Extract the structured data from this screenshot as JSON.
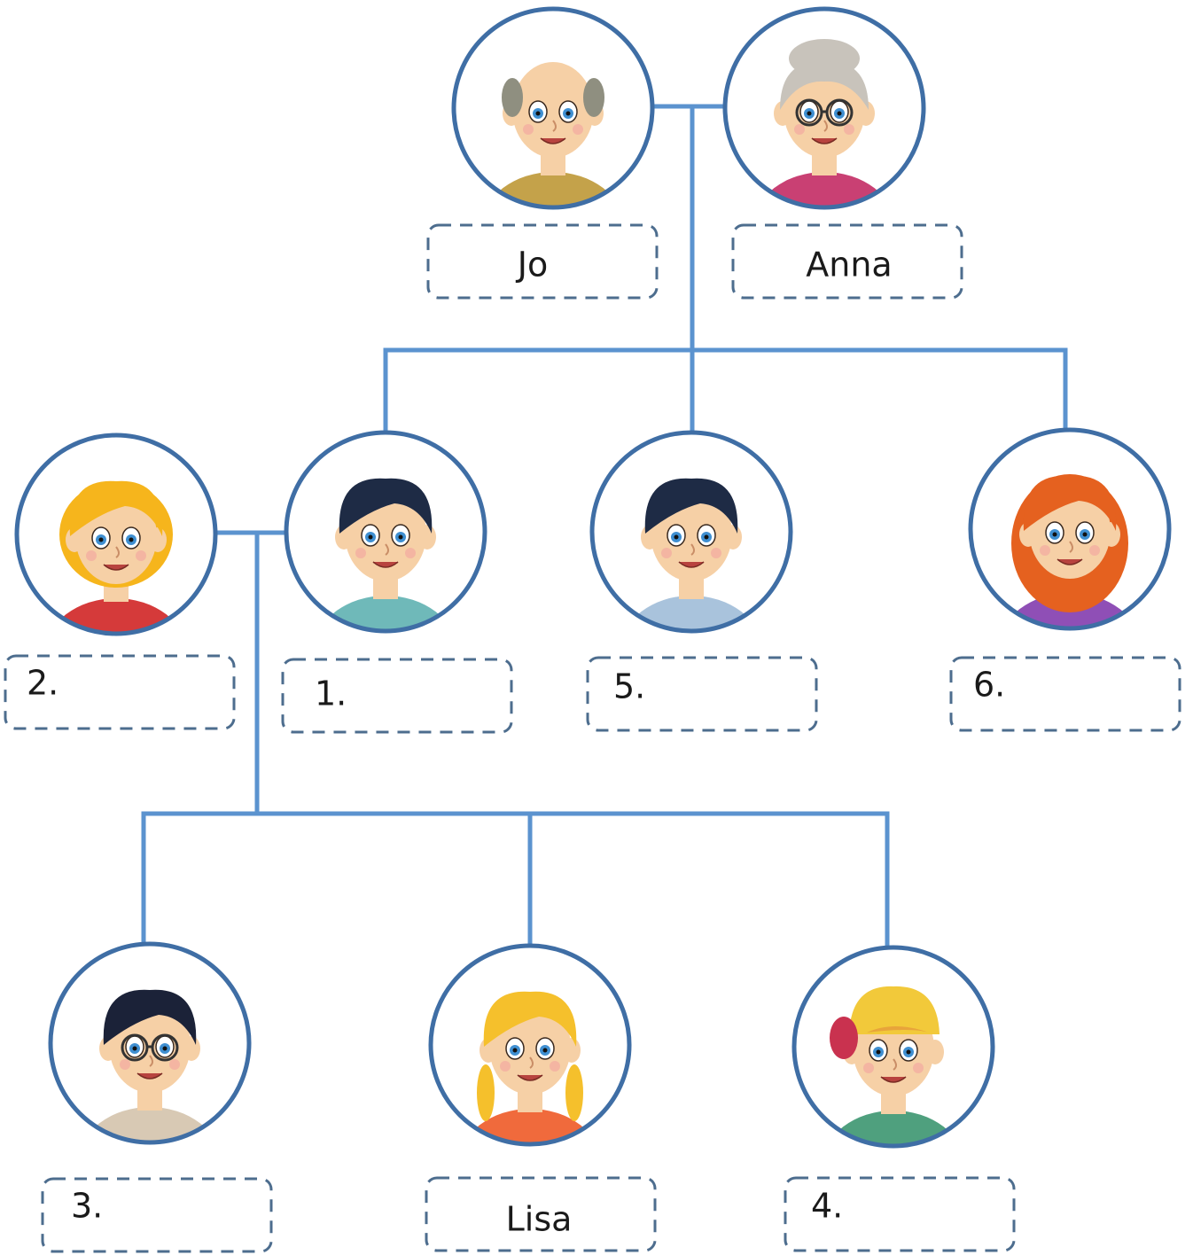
{
  "colors": {
    "line": "#5b93cf",
    "circle_border": "#3f6ea5",
    "dash_border": "#4d6d8e",
    "skin": "#f6d0a6",
    "eye_iris": "#3f8fd1"
  },
  "members": [
    {
      "id": "grandpa-jo",
      "label": "Jo",
      "icon": "old-man-icon",
      "hair": "bald",
      "hair_color": "#8f8f80",
      "shirt_color": "#c4a24a",
      "glasses": false
    },
    {
      "id": "grandma-anna",
      "label": "Anna",
      "icon": "old-woman-icon",
      "hair": "bun",
      "hair_color": "#c8c3bb",
      "shirt_color": "#c94073",
      "glasses": true
    },
    {
      "id": "mother",
      "label": "2.",
      "icon": "woman-blonde-icon",
      "hair": "bob",
      "hair_color": "#f6b51c",
      "shirt_color": "#d53a3a",
      "glasses": false
    },
    {
      "id": "father",
      "label": "1.",
      "icon": "man-dark-hair-icon",
      "hair": "short",
      "hair_color": "#1e2b45",
      "shirt_color": "#6fb9b9",
      "glasses": false
    },
    {
      "id": "uncle",
      "label": "5.",
      "icon": "man-beard-icon",
      "hair": "short",
      "hair_color": "#1e2b45",
      "shirt_color": "#a9c3dc",
      "glasses": false
    },
    {
      "id": "aunt",
      "label": "6.",
      "icon": "woman-red-hair-icon",
      "hair": "long",
      "hair_color": "#e5611f",
      "shirt_color": "#8f4fb6",
      "glasses": false
    },
    {
      "id": "son-glasses",
      "label": "3.",
      "icon": "boy-glasses-icon",
      "hair": "messy",
      "hair_color": "#1b2238",
      "shirt_color": "#d8c9b4",
      "glasses": true
    },
    {
      "id": "daughter-lisa",
      "label": "Lisa",
      "icon": "girl-braids-icon",
      "hair": "braids",
      "hair_color": "#f5c02c",
      "shirt_color": "#f06a3c",
      "glasses": false
    },
    {
      "id": "son-cap",
      "label": "4.",
      "icon": "boy-cap-icon",
      "hair": "cap",
      "hair_color": "#e8a43a",
      "shirt_color": "#4fa07e",
      "glasses": false
    }
  ]
}
